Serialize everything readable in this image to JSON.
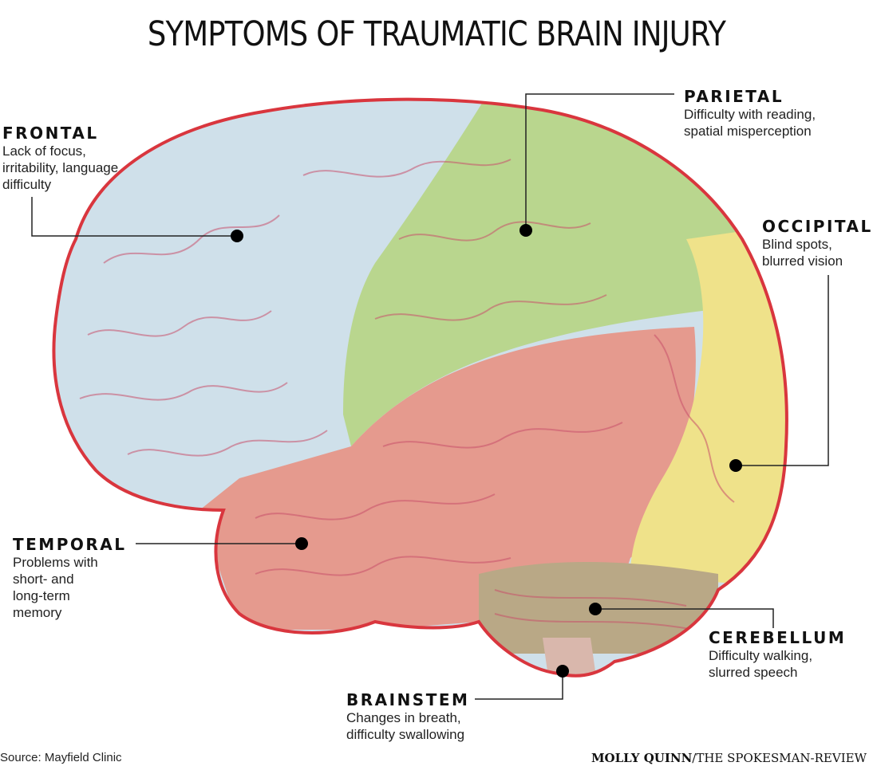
{
  "title": "SYMPTOMS OF TRAUMATIC BRAIN INJURY",
  "regions": {
    "frontal": {
      "name": "FRONTAL",
      "desc": "Lack of focus,\nirritability, language\ndifficulty",
      "color": "#cfe0ea"
    },
    "parietal": {
      "name": "PARIETAL",
      "desc": "Difficulty with reading,\nspatial misperception",
      "color": "#b9d68e"
    },
    "occipital": {
      "name": "OCCIPITAL",
      "desc": "Blind spots,\nblurred vision",
      "color": "#efe28a"
    },
    "temporal": {
      "name": "TEMPORAL",
      "desc": "Problems with\nshort- and\nlong-term\nmemory",
      "color": "#e59a8e"
    },
    "cerebellum": {
      "name": "CEREBELLUM",
      "desc": "Difficulty walking,\nslurred speech",
      "color": "#b9a886"
    },
    "brainstem": {
      "name": "BRAINSTEM",
      "desc": "Changes in breath,\ndifficulty swallowing",
      "color": "#d9b7ac"
    }
  },
  "outline_color": "#d9363e",
  "source": "Source: Mayfield Clinic",
  "credit": {
    "author": "MOLLY QUINN",
    "outlet": "/THE SPOKESMAN-REVIEW"
  }
}
